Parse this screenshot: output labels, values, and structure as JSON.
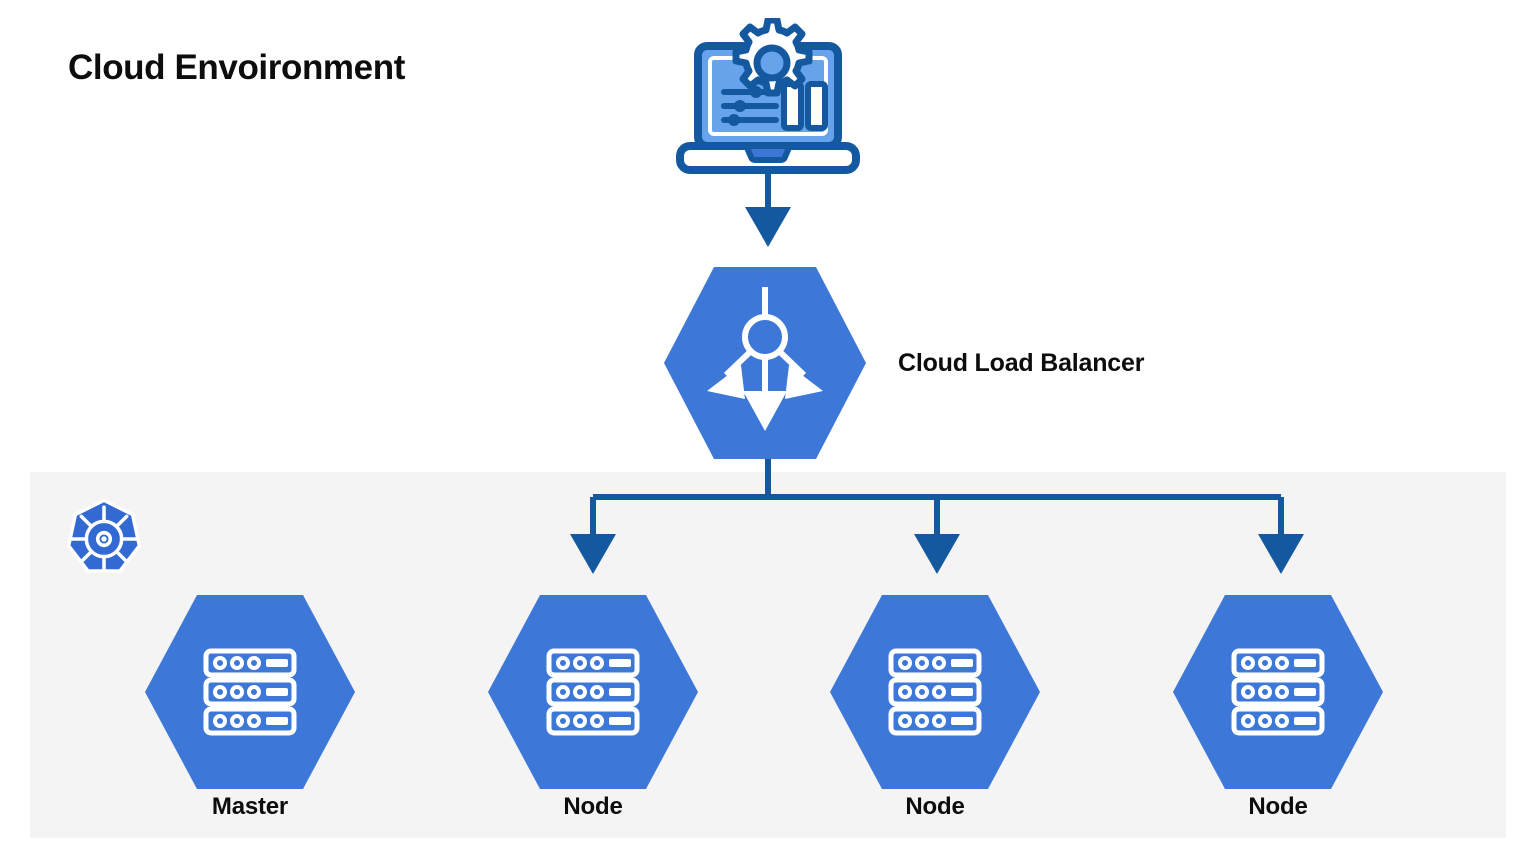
{
  "page": {
    "title": "Cloud Envoironment",
    "background": "#ffffff"
  },
  "colors": {
    "hex_blue": "#3d77d8",
    "line_blue": "#14599f",
    "outline_dark_blue": "#14599f",
    "screen_fill_blue": "#66a3ea",
    "panel_gray": "#f4f4f4",
    "k8s_blue": "#3269d3",
    "white": "#ffffff",
    "text_black": "#0d0d0d"
  },
  "icons": {
    "laptop": "laptop-settings-icon",
    "gear": "gear-icon",
    "kubernetes": "kubernetes-wheel-icon",
    "load_balancer": "load-balancer-distribute-icon",
    "server": "server-rack-icon",
    "arrow_down": "arrow-down-icon"
  },
  "cloud_source": {
    "name": "laptop-settings-icon",
    "label": ""
  },
  "load_balancer": {
    "label": "Cloud Load Balancer",
    "icon": "load-balancer-distribute-icon"
  },
  "cluster": {
    "badge": "kubernetes-wheel-icon",
    "nodes": [
      {
        "label": "Master",
        "icon": "server-rack-icon",
        "has_incoming_arrow": false
      },
      {
        "label": "Node",
        "icon": "server-rack-icon",
        "has_incoming_arrow": true
      },
      {
        "label": "Node",
        "icon": "server-rack-icon",
        "has_incoming_arrow": true
      },
      {
        "label": "Node",
        "icon": "server-rack-icon",
        "has_incoming_arrow": true
      }
    ]
  },
  "connections": [
    {
      "from": "laptop-settings-icon",
      "to": "load-balancer",
      "type": "arrow-down"
    },
    {
      "from": "load-balancer",
      "to": "node-1",
      "type": "arrow-down"
    },
    {
      "from": "load-balancer",
      "to": "node-2",
      "type": "arrow-down"
    },
    {
      "from": "load-balancer",
      "to": "node-3",
      "type": "arrow-down"
    }
  ]
}
